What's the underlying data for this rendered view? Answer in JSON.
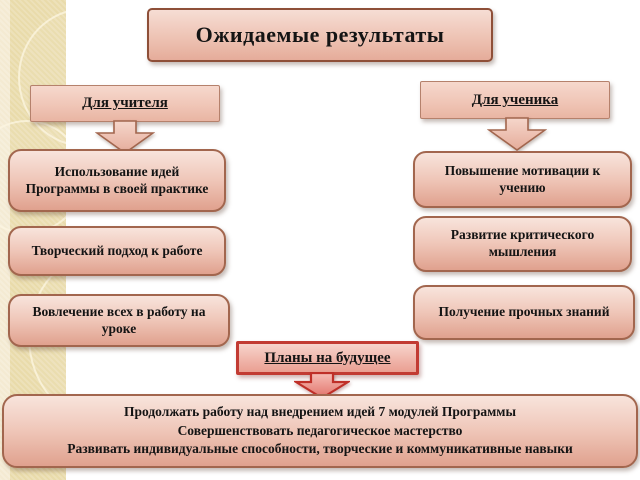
{
  "slide": {
    "title": "Ожидаемые результаты",
    "columns": {
      "teacher": {
        "header": "Для учителя",
        "items": [
          "Использование идей Программы в своей практике",
          "Творческий подход к работе",
          "Вовлечение всех в работу на уроке"
        ]
      },
      "student": {
        "header": "Для ученика",
        "items": [
          "Повышение мотивации к учению",
          "Развитие критического мышления",
          "Получение прочных знаний"
        ]
      }
    },
    "plans": {
      "header": "Планы на будущее",
      "lines": [
        "Продолжать работу над внедрением идей 7 модулей Программы",
        "Совершенствовать педагогическое мастерство",
        "Развивать индивидуальные способности, творческие и коммуникативные навыки"
      ]
    },
    "icons": {
      "teacher_arrow": "down-arrow",
      "student_arrow": "down-arrow",
      "plans_arrow": "down-arrow-red"
    },
    "colors": {
      "box_fill_top": "#f8e4dc",
      "box_fill_bottom": "#e0a18e",
      "box_border": "#a2664e",
      "title_border": "#8e4f38",
      "plans_border": "#c23b33",
      "stripe": "#e9dbaa",
      "background": "#ffffff",
      "text": "#141414"
    }
  }
}
